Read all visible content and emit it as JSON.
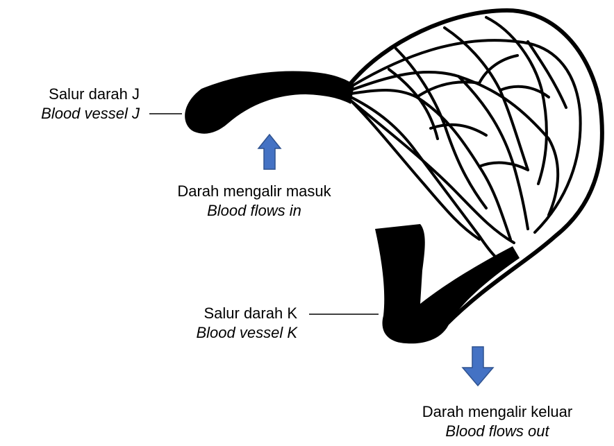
{
  "labels": {
    "vessel_j": {
      "malay": "Salur darah J",
      "english": "Blood vessel J"
    },
    "flow_in": {
      "malay": "Darah mengalir masuk",
      "english": "Blood flows in"
    },
    "vessel_k": {
      "malay": "Salur darah K",
      "english": "Blood vessel K"
    },
    "flow_out": {
      "malay": "Darah mengalir keluar",
      "english": "Blood flows out"
    }
  },
  "colors": {
    "vessel": "#000000",
    "arrow_fill": "#4472c4",
    "arrow_stroke": "#2f528f",
    "background": "#ffffff"
  }
}
